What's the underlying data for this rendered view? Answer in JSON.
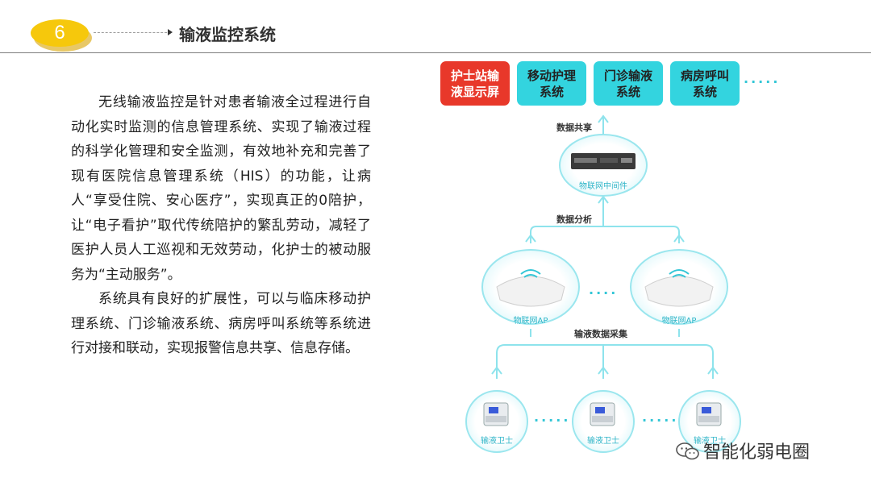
{
  "header": {
    "number": "6",
    "title": "输液监控系统"
  },
  "body": {
    "paragraphs": [
      "无线输液监控是针对患者输液全过程进行自动化实时监测的信息管理系统、实现了输液过程的科学化管理和安全监测，有效地补充和完善了现有医院信息管理系统（HIS）的功能，让病人“享受住院、安心医疗”，实现真正的0陪护，让“电子看护”取代传统陪护的繁乱劳动，减轻了医护人员人工巡视和无效劳动，化护士的被动服务为“主动服务”。",
      "系统具有良好的扩展性，可以与临床移动护理系统、门诊输液系统、病房呼叫系统等系统进行对接和联动，实现报警信息共享、信息存储。"
    ]
  },
  "diagram": {
    "systems": [
      {
        "label": "护士站输液显示屏",
        "color": "#e8382a"
      },
      {
        "label": "移动护理系统",
        "color": "#33d4df"
      },
      {
        "label": "门诊输液系统",
        "color": "#33d4df"
      },
      {
        "label": "病房呼叫系统",
        "color": "#33d4df"
      }
    ],
    "more_systems": "·····",
    "data_share": "数据共享",
    "middleware_label": "物联网中间件",
    "data_analysis": "数据分析",
    "ap_label_left": "物联网AP",
    "ap_label_right": "物联网AP",
    "ap_dots": "····",
    "collect_label": "输液数据采集",
    "device_labels": [
      "输液卫士",
      "输液卫士",
      "输液卫士"
    ],
    "device_dots": "·····",
    "accent_color": "#33c6d6"
  },
  "watermark": {
    "text": "智能化弱电圈",
    "icon": "wechat-icon"
  }
}
